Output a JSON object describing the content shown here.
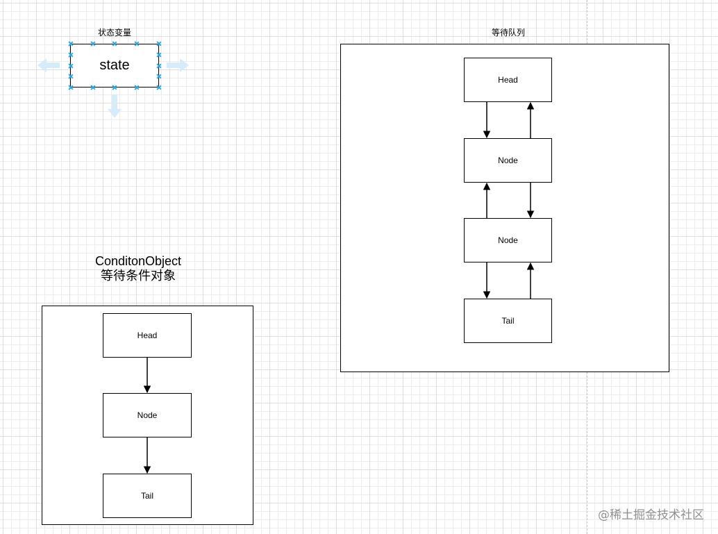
{
  "state_group": {
    "title": "状态变量",
    "box_label": "state"
  },
  "wait_queue": {
    "title": "等待队列",
    "nodes": [
      "Head",
      "Node",
      "Node",
      "Tail"
    ]
  },
  "condition_object": {
    "title_line1": "ConditonObject",
    "title_line2": "等待条件对象",
    "nodes": [
      "Head",
      "Node",
      "Tail"
    ]
  },
  "watermark": "@稀土掘金技术社区",
  "colors": {
    "selection_handle": "#29a8e0",
    "hover_arrow": "#d6ecfa",
    "stroke": "#000000"
  }
}
